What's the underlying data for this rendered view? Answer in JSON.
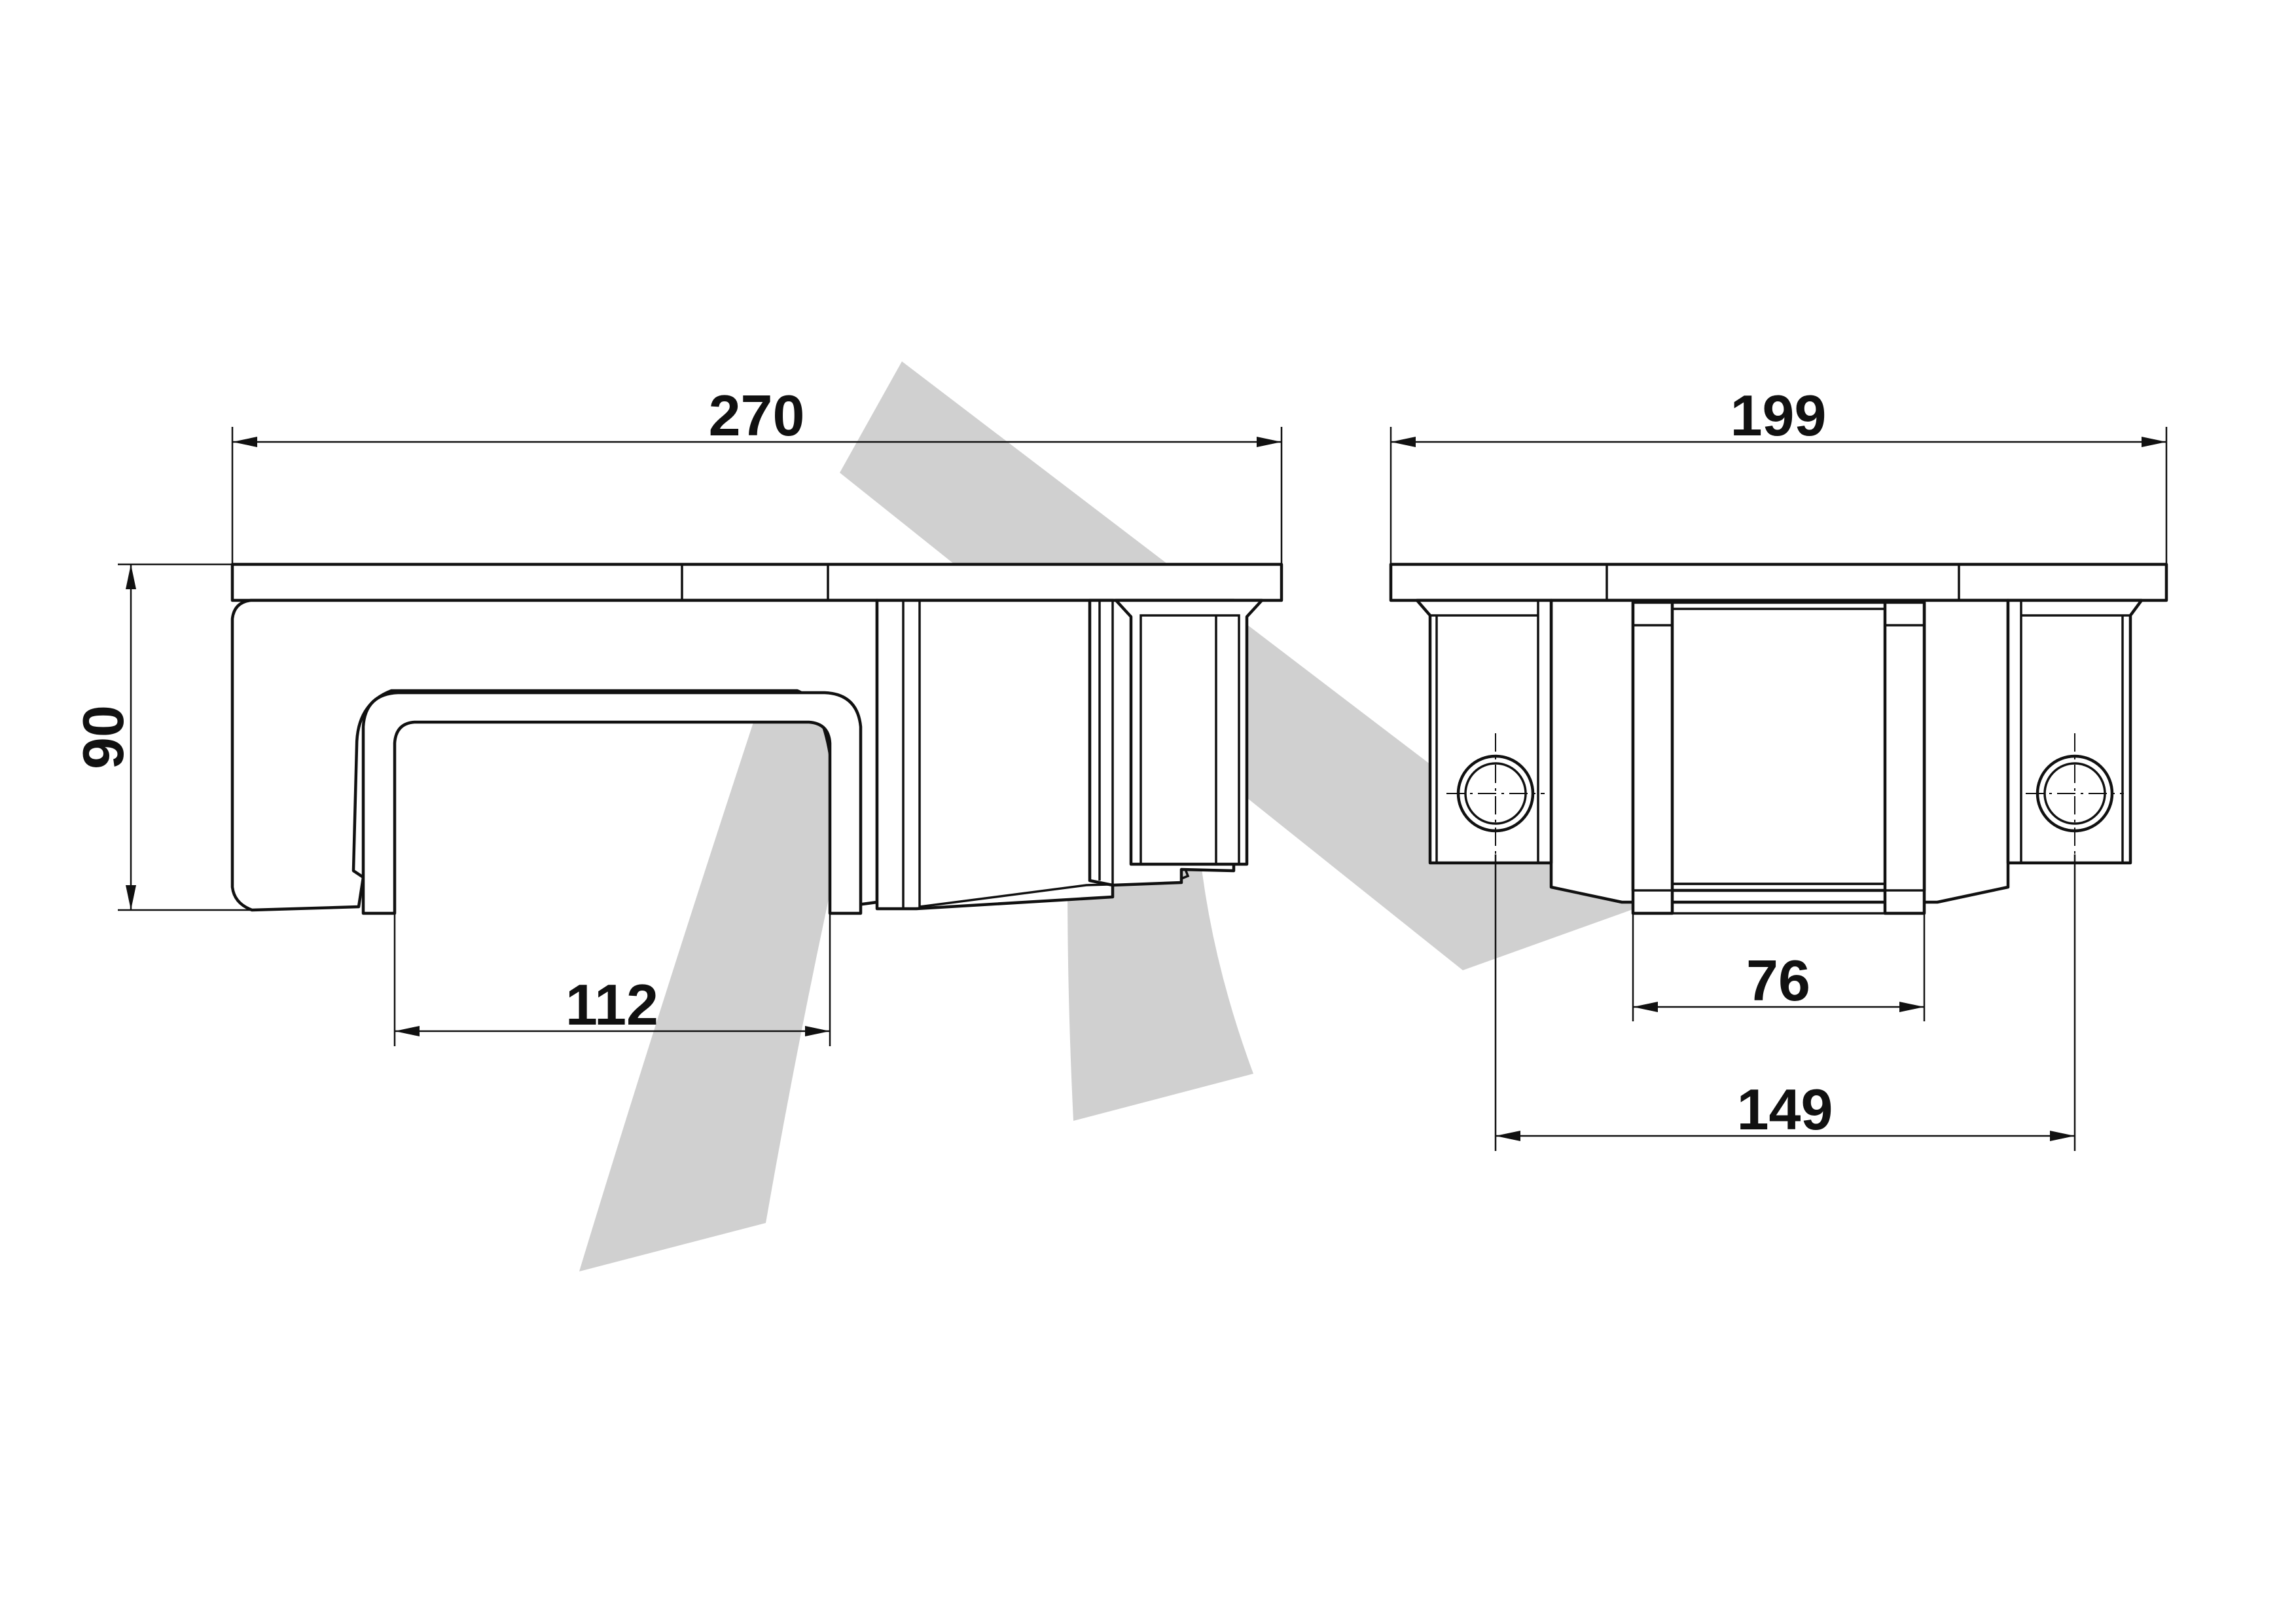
{
  "watermark": {
    "logo": "stylized-pi-logo",
    "color": "#d0d0d0"
  },
  "line_color": "#111111",
  "background": "#ffffff",
  "side_view": {
    "dimensions": {
      "overall_length": "270",
      "height": "90",
      "slot_width": "112"
    }
  },
  "end_view": {
    "dimensions": {
      "overall_width": "199",
      "inner_opening": "76",
      "hole_spacing": "149"
    }
  }
}
